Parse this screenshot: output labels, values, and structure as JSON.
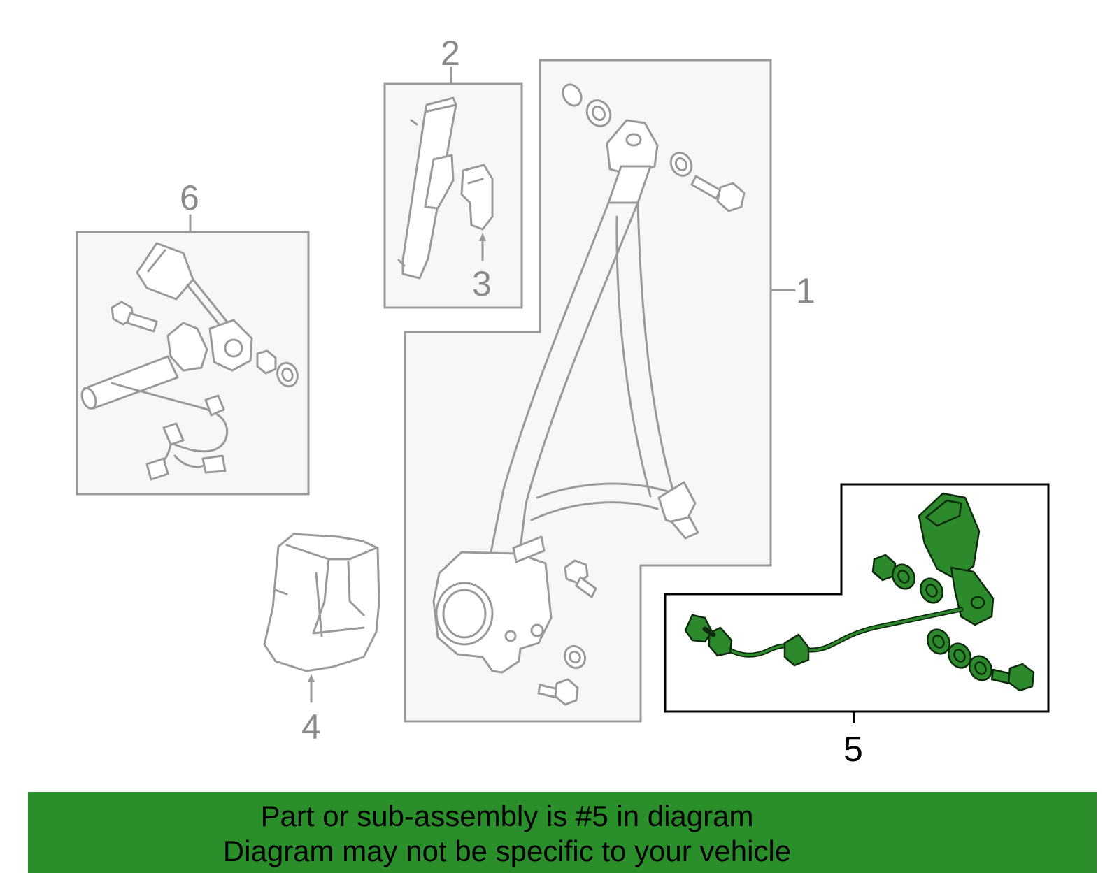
{
  "callouts": {
    "c1": "1",
    "c2": "2",
    "c3": "3",
    "c4": "4",
    "c5": "5",
    "c6": "6"
  },
  "highlight": {
    "part": "5",
    "color": "#2c8a2c",
    "banner_color": "#2a8f2a"
  },
  "banner": {
    "line1": "Part or sub-assembly is #5 in diagram",
    "line2": "Diagram may not be specific to your vehicle"
  }
}
